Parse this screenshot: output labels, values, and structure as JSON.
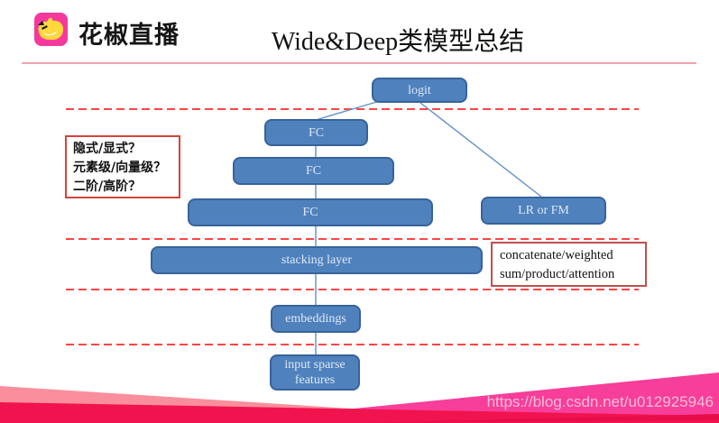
{
  "slide": {
    "logo_icon": "huajiao-fox-icon",
    "brand": "花椒直播",
    "title": "Wide&Deep类模型总结"
  },
  "diagram": {
    "nodes": {
      "logit": "logit",
      "fc_top": "FC",
      "fc_mid": "FC",
      "fc_bottom": "FC",
      "lr_fm": "LR or FM",
      "stacking": "stacking layer",
      "embeddings": "embeddings",
      "input_sparse": "input sparse features"
    },
    "annotations": {
      "left_lines": [
        "隐式/显式？",
        "元素级/向量级？",
        "二阶/高阶？"
      ],
      "right_lines": [
        "concatenate/weighted",
        "sum/product/attention"
      ]
    }
  },
  "watermark": "https://blog.csdn.net/u012925946",
  "colors": {
    "node_fill": "#4F81BD",
    "node_border": "#38639B",
    "node_text": "#DEE8F4",
    "dashed_separator": "#FF4545",
    "left_annotation_border": "#D5433A",
    "right_annotation_border": "#C0504D",
    "brand_pink": "#F5389B",
    "logo_yellow": "#FFD83D",
    "title_rule": "#F2A2AE",
    "connector_blue": "#5E8FC6",
    "ribbon_salmon": "#FB8E9C",
    "ribbon_magenta": "#F73E9A",
    "ribbon_crimson": "#F1134E"
  }
}
